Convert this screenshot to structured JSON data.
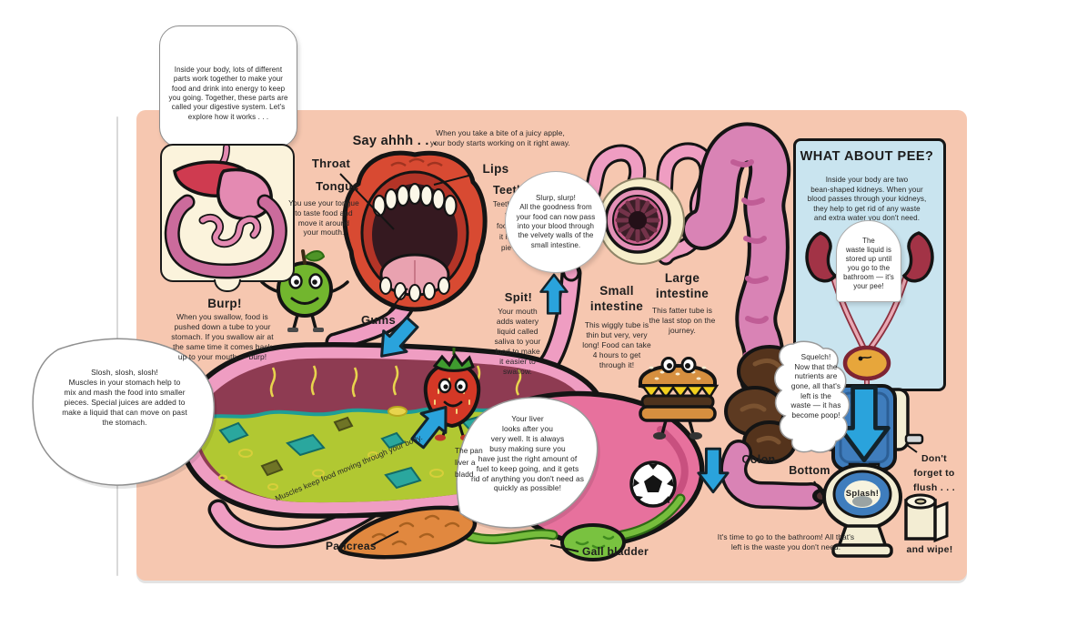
{
  "palette": {
    "page_bg": "#f6c7b0",
    "pee_box_bg": "#c9e4ef",
    "arrow_blue": "#2aa3dc",
    "tube_pink": "#ef9dc2",
    "intestine_pink": "#d983b5",
    "stomach_green": "#b1c832",
    "liver_pink": "#e7719d",
    "kidney_red": "#a23346",
    "colon_brown": "#54331c",
    "toilet_blue": "#3f7dbd"
  },
  "intro_flap": {
    "text": "Inside your body, lots of different\nparts work together to make your\nfood and drink into energy to keep\nyou going. Together, these parts are\ncalled your digestive system. Let's\nexplore how it works . . ."
  },
  "mouth": {
    "say_ahhh": "Say ahhh . . .",
    "bite_note": "When you take a bite of a juicy apple,\nyour body starts working on it right away.",
    "throat_label": "Throat",
    "tongue_label": "Tongue",
    "tongue_text": "You use your tongue\nto taste food and\nmove it around\nyour mouth.",
    "lips_label": "Lips",
    "teeth_label": "Teeth",
    "teeth_fragments": "Teeth\nto\nfood\nit in\npie",
    "gums_label": "Gums"
  },
  "burp": {
    "heading": "Burp!",
    "text": "When you swallow, food is\npushed down a tube to your\nstomach. If you swallow air at\nthe same time it comes back\nup to your mouth — burp!"
  },
  "slosh_flap": {
    "text": "Slosh, slosh, slosh!\nMuscles in your stomach help to\nmix and mash the food into smaller\npieces. Special juices are added to\nmake a liquid that can move on past\nthe stomach."
  },
  "spit": {
    "heading": "Spit!",
    "text": "Your mouth\nadds watery\nliquid called\nsaliva to your\nfood to make\nit easier to\nswallow."
  },
  "slurp_flap": {
    "text": "Slurp, slurp!\nAll the goodness from\nyour food can now pass\ninto your blood through\nthe velvety walls of the\nsmall intestine."
  },
  "small_intestine": {
    "heading": "Small\nintestine",
    "text": "This wiggly tube is\nthin but very, very\nlong! Food can take\n4 hours to get\nthrough it!"
  },
  "large_intestine": {
    "heading": "Large\nintestine",
    "text": "This fatter tube is\nthe last stop on the\njourney."
  },
  "stomach_note": "Muscles keep food moving through your body.",
  "liver_flap": {
    "text": "Your liver\nlooks after you\nvery well. It is always\nbusy making sure you\nhave just the right amount of\nfuel to keep going, and it gets\nrid of anything you don't need as\nquickly as possible!",
    "hidden_text": "The pan\nliver a\nbladd"
  },
  "labels": {
    "pancreas": "Pancreas",
    "gall_bladder": "Gall bladder",
    "colon": "Colon",
    "bottom": "Bottom"
  },
  "bathroom_note": "It's time to go to the bathroom! All that's\nleft is the waste you don't need.",
  "pee_box": {
    "title": "WHAT ABOUT PEE?",
    "text": "Inside your body are two\nbean-shaped kidneys. When your\nblood passes through your kidneys,\nthey help to get rid of any waste\nand extra water you don't need.",
    "waste_flap_text": "The\nwaste liquid is\nstored up until\nyou go to the\nbathroom — it's\nyour pee!"
  },
  "squelch_flap": {
    "text": "Squelch!\nNow that the\nnutrients are\ngone, all that's\nleft is the\nwaste — it has\nbecome poop!"
  },
  "toilet": {
    "splash": "Splash!",
    "flush_note": "Don't\nforget to\nflush . . .",
    "wipe_note": "and wipe!"
  }
}
